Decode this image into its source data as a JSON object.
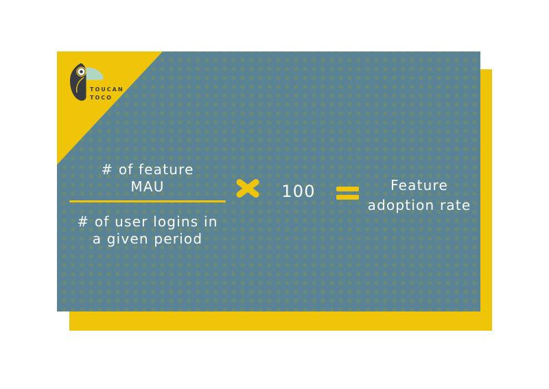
{
  "brand": {
    "line1": "TOUCAN",
    "line2": "TOCO",
    "logo_icon": "toucan-icon"
  },
  "formula": {
    "numerator_line1": "# of feature",
    "numerator_line2": "MAU",
    "denominator_line1": "# of user logins in",
    "denominator_line2": "a given period",
    "operator_multiply": "×",
    "multiplier": "100",
    "operator_equals": "=",
    "result_line1": "Feature",
    "result_line2": "adoption rate"
  },
  "colors": {
    "accent_yellow": "#F0C509",
    "card_teal": "#5A8496",
    "dot_olive": "#7D904A",
    "text_white": "#FBFCFC",
    "logo_dark": "#383C42",
    "beak_mint": "#B0D6C4",
    "background": "#FFFFFF"
  }
}
